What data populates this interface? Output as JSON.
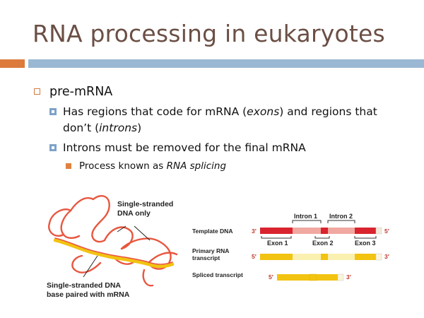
{
  "slide": {
    "title": "RNA processing in eukaryotes",
    "bullets": {
      "l1": "pre-mRNA",
      "l2a_pre": "Has regions that code for mRNA (",
      "l2a_exons": "exons",
      "l2a_mid": ") and regions that don’t (",
      "l2a_introns": "introns",
      "l2a_post": ")",
      "l2b": "Introns must be removed for the final mRNA",
      "l3_pre": "Process known as ",
      "l3_em": "RNA splicing"
    }
  },
  "figure_left": {
    "label_top_1": "Single-stranded",
    "label_top_2": "DNA only",
    "label_bottom_1": "Single-stranded DNA",
    "label_bottom_2": "base paired with mRNA"
  },
  "figure_right": {
    "intron1": "Intron 1",
    "intron2": "Intron 2",
    "exon1": "Exon 1",
    "exon2": "Exon 2",
    "exon3": "Exon 3",
    "row_template": "Template DNA",
    "row_primary_1": "Primary RNA",
    "row_primary_2": "transcript",
    "row_spliced": "Spliced transcript",
    "three_prime": "3′",
    "five_prime": "5′"
  },
  "colors": {
    "title": "#6b4f45",
    "accent_orange": "#dc7b3c",
    "accent_blue": "#9ab7d3",
    "exon_dna": "#d9232e",
    "intron_dna": "#f0a8a0",
    "exon_rna": "#f2c311",
    "intron_rna": "#faf0b0",
    "dna_loop": "#e8563f"
  }
}
